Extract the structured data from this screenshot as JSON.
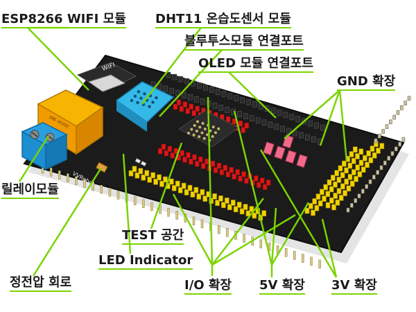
{
  "colors": {
    "callout_line": "#7ad400",
    "label_text": "#1a1a1a",
    "board": "#1b1b1b",
    "header_yellow": "#f2d200",
    "header_red": "#d81818",
    "relay": "#f5a800",
    "terminal": "#1d8fd0",
    "dht11": "#35b9e8"
  },
  "board": {
    "brand_text": "WIFI",
    "maker_text": "VVRobot"
  },
  "labels": {
    "esp8266": "ESP8266 WIFI 모듈",
    "dht11": "DHT11 온습도센서 모듈",
    "bluetooth": "블루투스모듈 연결포트",
    "oled": "OLED 모듈 연결포트",
    "gnd": "GND 확장",
    "relay": "릴레이모듈",
    "test": "TEST 공간",
    "led": "LED Indicator",
    "esd": "정전압 회로",
    "io": "I/O 확장",
    "v5": "5V 확장",
    "v3": "3V 확장"
  }
}
